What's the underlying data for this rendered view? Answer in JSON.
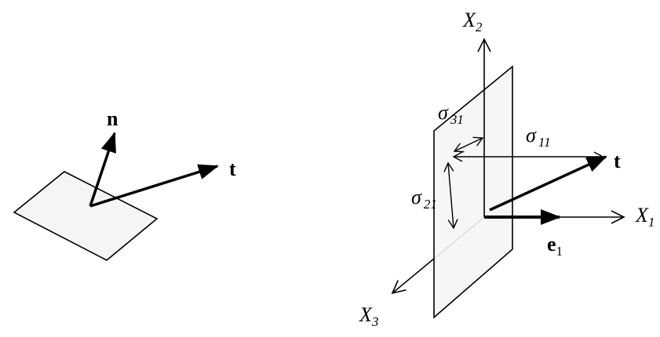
{
  "left": {
    "normal_label": "n",
    "traction_label": "t"
  },
  "right": {
    "x2_label": "X",
    "x2_sub": "2",
    "x1_label": "X",
    "x1_sub": "1",
    "x3_label": "X",
    "x3_sub": "3",
    "sigma31": "σ",
    "sigma31_sub": "31",
    "sigma11": "σ",
    "sigma11_sub": "11",
    "sigma21": "σ",
    "sigma21_sub": "21",
    "traction_label": "t",
    "e1_label": "e",
    "e1_sub": "1"
  },
  "colors": {
    "plane_fill": "#f5f5f5",
    "stroke": "#000000"
  }
}
